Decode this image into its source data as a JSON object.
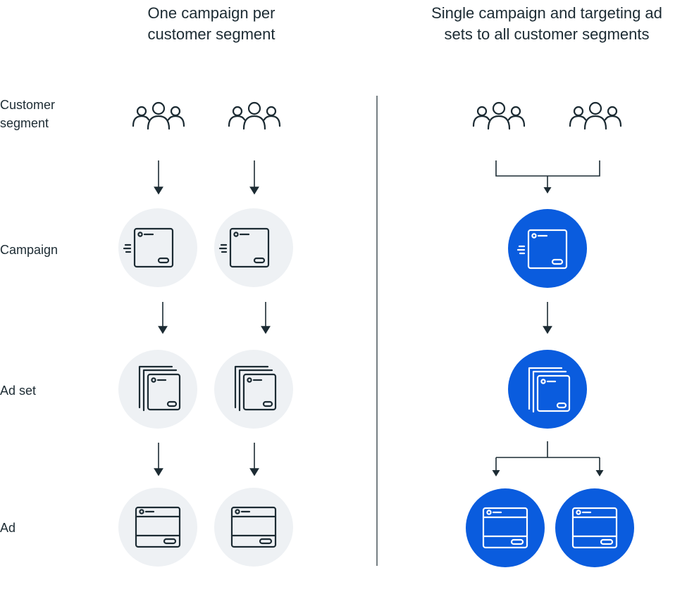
{
  "headings": {
    "left": [
      "One campaign per",
      "customer segment"
    ],
    "right": [
      "Single campaign and targeting ad",
      "sets to all customer segments"
    ]
  },
  "row_labels": {
    "customer_segment": [
      "Customer",
      "segment"
    ],
    "campaign": "Campaign",
    "ad_set": "Ad set",
    "ad": "Ad"
  },
  "colors": {
    "text": "#1c2b33",
    "light_circle": "#eef1f4",
    "accent_circle": "#0a5cde",
    "line": "#1c2b33",
    "icon_on_accent": "#ffffff"
  },
  "icons": {
    "customer_segment": "people-group-icon",
    "campaign": "campaign-window-icon",
    "ad_set": "stacked-pages-icon",
    "ad": "ad-window-icon"
  }
}
